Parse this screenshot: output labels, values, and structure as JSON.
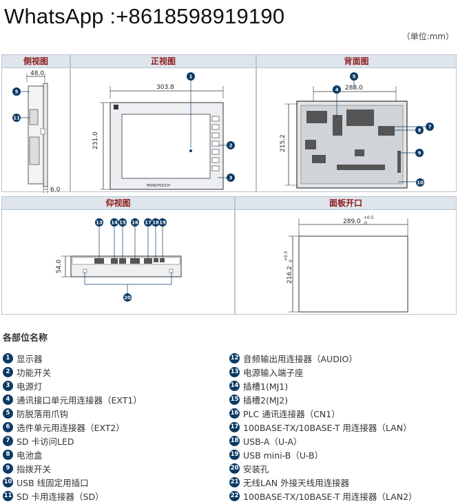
{
  "watermark": "WhatsApp :+8618598919190",
  "unit_note": "（单位:mm）",
  "views": {
    "side": "侧视图",
    "front": "正视图",
    "back": "背面图",
    "bottom": "仰视图",
    "cutout": "面板开口"
  },
  "dimensions": {
    "side_depth": "48.0",
    "side_bottom": "6.0",
    "front_width": "303.8",
    "front_height": "231.0",
    "back_width": "288.0",
    "back_height": "215.2",
    "bottom_height": "54.0",
    "cutout_width": "289.0",
    "cutout_width_tol": "+0.5",
    "cutout_width_tol2": "0",
    "cutout_height": "216.2",
    "cutout_height_tol": "+0.5",
    "cutout_height_tol2": "0"
  },
  "brand_label": "MONOTOUCH",
  "parts_title": "各部位名称",
  "parts_left": [
    {
      "num": "1",
      "label": "显示器"
    },
    {
      "num": "2",
      "label": "功能开关"
    },
    {
      "num": "3",
      "label": "电源灯"
    },
    {
      "num": "4",
      "label": "通讯接口单元用连接器（EXT1）"
    },
    {
      "num": "5",
      "label": "防脱落用爪钩"
    },
    {
      "num": "6",
      "label": "选件单元用连接器（EXT2）"
    },
    {
      "num": "7",
      "label": "SD 卡访问LED"
    },
    {
      "num": "8",
      "label": "电池盒"
    },
    {
      "num": "9",
      "label": "指拨开关"
    },
    {
      "num": "10",
      "label": "USB 线固定用插口"
    },
    {
      "num": "11",
      "label": "SD 卡用连接器（SD）"
    }
  ],
  "parts_right": [
    {
      "num": "12",
      "label": "音频输出用连接器（AUDIO）"
    },
    {
      "num": "13",
      "label": "电源输入端子座"
    },
    {
      "num": "14",
      "label": "插槽1(MJ1)"
    },
    {
      "num": "15",
      "label": "插槽2(MJ2)"
    },
    {
      "num": "16",
      "label": "PLC 通讯连接器（CN1）"
    },
    {
      "num": "17",
      "label": "100BASE-TX/10BASE-T 用连接器（LAN）"
    },
    {
      "num": "18",
      "label": "USB-A（U-A）"
    },
    {
      "num": "19",
      "label": "USB mini-B（U-B）"
    },
    {
      "num": "20",
      "label": "安装孔"
    },
    {
      "num": "21",
      "label": "无线LAN 外接天线用连接器"
    },
    {
      "num": "22",
      "label": "100BASE-TX/10BASE-T 用连接器（LAN2）"
    }
  ],
  "callouts": {
    "side": [
      "5",
      "11"
    ],
    "front": [
      "1",
      "2",
      "3"
    ],
    "back": [
      "5",
      "4",
      "7",
      "8",
      "9",
      "10"
    ],
    "bottom": [
      "13",
      "14",
      "15",
      "16",
      "17",
      "18",
      "19",
      "20"
    ]
  }
}
